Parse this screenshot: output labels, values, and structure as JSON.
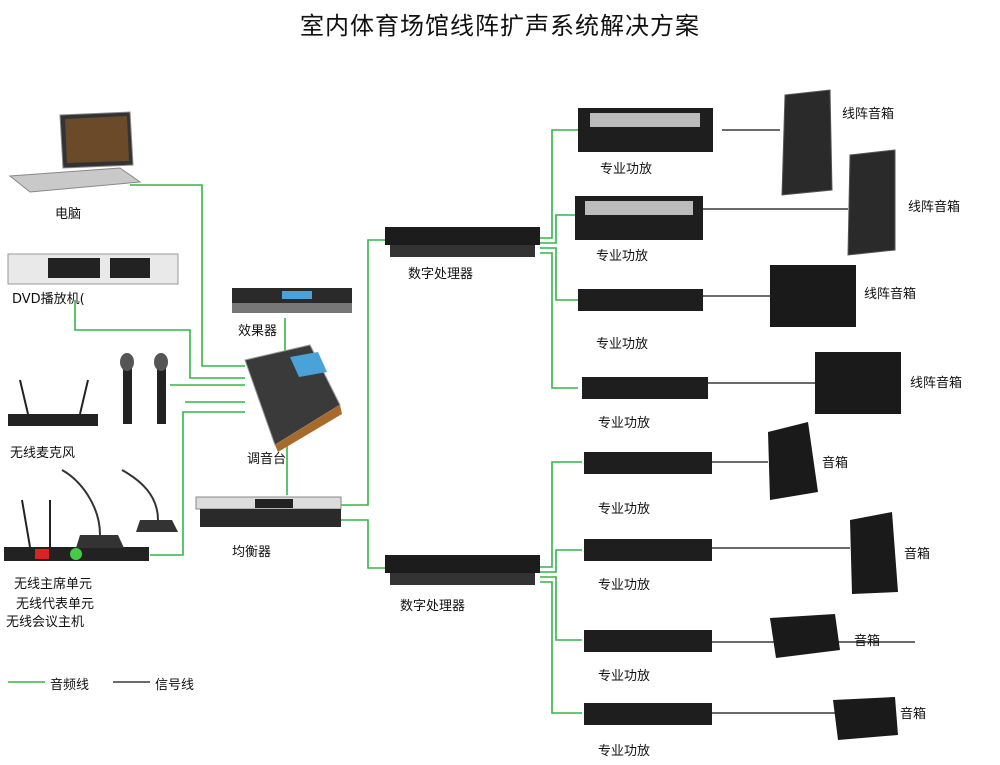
{
  "title": "室内体育场馆线阵扩声系统解决方案",
  "colors": {
    "audio_line": "#33b54a",
    "signal_line": "#111111"
  },
  "sources": {
    "pc": "电脑",
    "dvd": "DVD播放机(",
    "effects": "效果器",
    "wireless_mic": "无线麦克风",
    "conference": [
      "无线主席单元",
      "无线代表单元",
      "无线会议主机"
    ]
  },
  "mixer": "调音台",
  "equalizer": "均衡器",
  "processors": [
    "数字处理器",
    "数字处理器"
  ],
  "amplifiers": [
    "专业功放",
    "专业功放",
    "专业功放",
    "专业功放",
    "专业功放",
    "专业功放",
    "专业功放",
    "专业功放"
  ],
  "speakers": [
    "线阵音箱",
    "线阵音箱",
    "线阵音箱",
    "线阵音箱",
    "音箱",
    "音箱",
    "音箱",
    "音箱"
  ],
  "legend": {
    "audio": "音频线",
    "signal": "信号线"
  }
}
